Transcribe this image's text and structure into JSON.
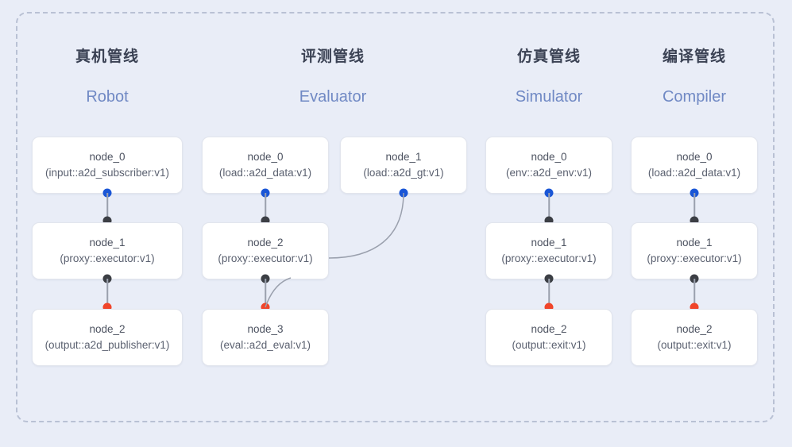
{
  "diagram": {
    "frame_style": "dashed-rounded",
    "background_color": "#e9edf7",
    "frame_border_color": "#b9c1d4"
  },
  "port_colors": {
    "input": "#1a56d6",
    "internal": "#3c3f45",
    "output": "#f0452a"
  },
  "columns": [
    {
      "title_cn": "真机管线",
      "title_en": "Robot",
      "nodes": [
        {
          "id": "node_0",
          "type": "(input::a2d_subscriber:v1)"
        },
        {
          "id": "node_1",
          "type": "(proxy::executor:v1)"
        },
        {
          "id": "node_2",
          "type": "(output::a2d_publisher:v1)"
        }
      ]
    },
    {
      "title_cn": "评测管线",
      "title_en": "Evaluator",
      "nodes": [
        {
          "id": "node_0",
          "type": "(load::a2d_data:v1)"
        },
        {
          "id": "node_1",
          "type": "(load::a2d_gt:v1)"
        },
        {
          "id": "node_2",
          "type": "(proxy::executor:v1)"
        },
        {
          "id": "node_3",
          "type": "(eval::a2d_eval:v1)"
        }
      ]
    },
    {
      "title_cn": "仿真管线",
      "title_en": "Simulator",
      "nodes": [
        {
          "id": "node_0",
          "type": "(env::a2d_env:v1)"
        },
        {
          "id": "node_1",
          "type": "(proxy::executor:v1)"
        },
        {
          "id": "node_2",
          "type": "(output::exit:v1)"
        }
      ]
    },
    {
      "title_cn": "编译管线",
      "title_en": "Compiler",
      "nodes": [
        {
          "id": "node_0",
          "type": "(load::a2d_data:v1)"
        },
        {
          "id": "node_1",
          "type": "(proxy::executor:v1)"
        },
        {
          "id": "node_2",
          "type": "(output::exit:v1)"
        }
      ]
    }
  ]
}
